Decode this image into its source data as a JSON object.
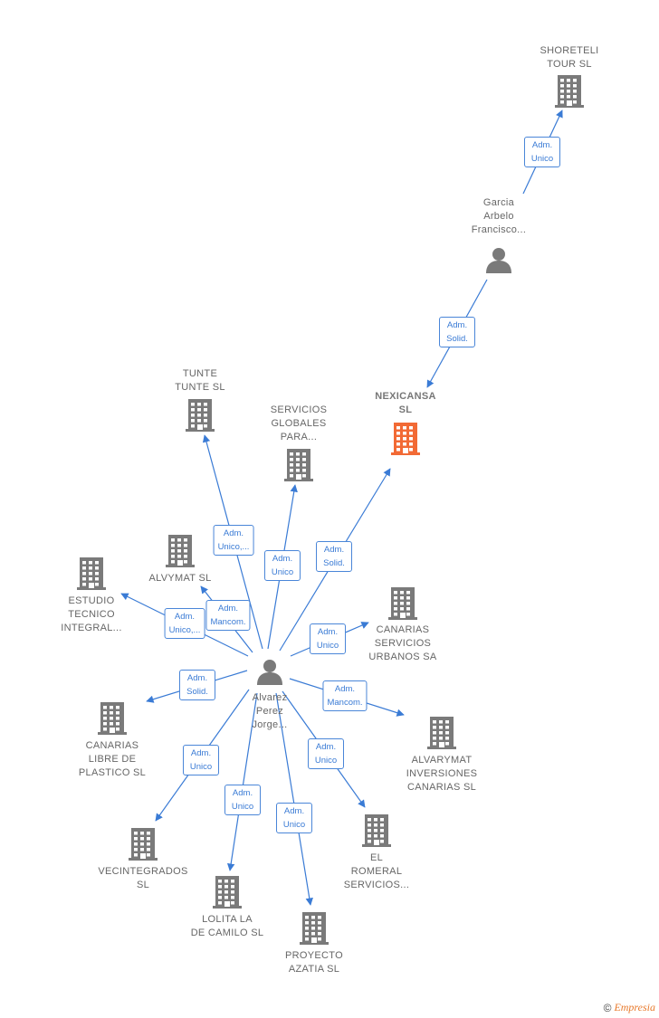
{
  "colors": {
    "edge": "#3a7bd5",
    "building": "#7a7a7a",
    "highlight": "#f26a35",
    "person": "#7a7a7a"
  },
  "nodes": [
    {
      "id": "shoreteli",
      "type": "company",
      "label": "SHORETELI\nTOUR  SL"
    },
    {
      "id": "garcia",
      "type": "person",
      "label": "Garcia\nArbelo\nFrancisco..."
    },
    {
      "id": "nexicansa",
      "type": "company-main",
      "label": "NEXICANSA\nSL"
    },
    {
      "id": "tunte",
      "type": "company",
      "label": "TUNTE\nTUNTE  SL"
    },
    {
      "id": "servicios",
      "type": "company",
      "label": "SERVICIOS\nGLOBALES\nPARA..."
    },
    {
      "id": "alvymat",
      "type": "company",
      "label": "ALVYMAT  SL"
    },
    {
      "id": "estudio",
      "type": "company",
      "label": "ESTUDIO\nTECNICO\nINTEGRAL..."
    },
    {
      "id": "canarias_serv",
      "type": "company",
      "label": "CANARIAS\nSERVICIOS\nURBANOS SA"
    },
    {
      "id": "alvarez",
      "type": "person",
      "label": "Alvarez\nPerez\nJorge..."
    },
    {
      "id": "canarias_libre",
      "type": "company",
      "label": "CANARIAS\nLIBRE DE\nPLASTICO  SL"
    },
    {
      "id": "alvarymat",
      "type": "company",
      "label": "ALVARYMAT\nINVERSIONES\nCANARIAS   SL"
    },
    {
      "id": "vecintegrados",
      "type": "company",
      "label": "VECINTEGRADOS\nSL"
    },
    {
      "id": "el_romeral",
      "type": "company",
      "label": "EL\nROMERAL\nSERVICIOS..."
    },
    {
      "id": "lolita",
      "type": "company",
      "label": "LOLITA LA\nDE CAMILO  SL"
    },
    {
      "id": "proyecto",
      "type": "company",
      "label": "PROYECTO\nAZATIA SL"
    }
  ],
  "relations": [
    {
      "from": "garcia",
      "to": "shoreteli",
      "label": "Adm.\nUnico"
    },
    {
      "from": "garcia",
      "to": "nexicansa",
      "label": "Adm.\nSolid."
    },
    {
      "from": "alvarez",
      "to": "nexicansa",
      "label": "Adm.\nSolid."
    },
    {
      "from": "alvarez",
      "to": "tunte",
      "label": "Adm.\nUnico,..."
    },
    {
      "from": "alvarez",
      "to": "servicios",
      "label": "Adm.\nUnico"
    },
    {
      "from": "alvarez",
      "to": "alvymat",
      "label": "Adm.\nMancom."
    },
    {
      "from": "alvarez",
      "to": "estudio",
      "label": "Adm.\nUnico,..."
    },
    {
      "from": "alvarez",
      "to": "canarias_serv",
      "label": "Adm.\nUnico"
    },
    {
      "from": "alvarez",
      "to": "canarias_libre",
      "label": "Adm.\nSolid."
    },
    {
      "from": "alvarez",
      "to": "alvarymat",
      "label": "Adm.\nMancom."
    },
    {
      "from": "alvarez",
      "to": "vecintegrados",
      "label": "Adm.\nUnico"
    },
    {
      "from": "alvarez",
      "to": "el_romeral",
      "label": "Adm.\nUnico"
    },
    {
      "from": "alvarez",
      "to": "lolita",
      "label": "Adm.\nUnico"
    },
    {
      "from": "alvarez",
      "to": "proyecto",
      "label": "Adm.\nUnico"
    }
  ],
  "copyright": {
    "symbol": "©",
    "brand": "Empresia"
  }
}
